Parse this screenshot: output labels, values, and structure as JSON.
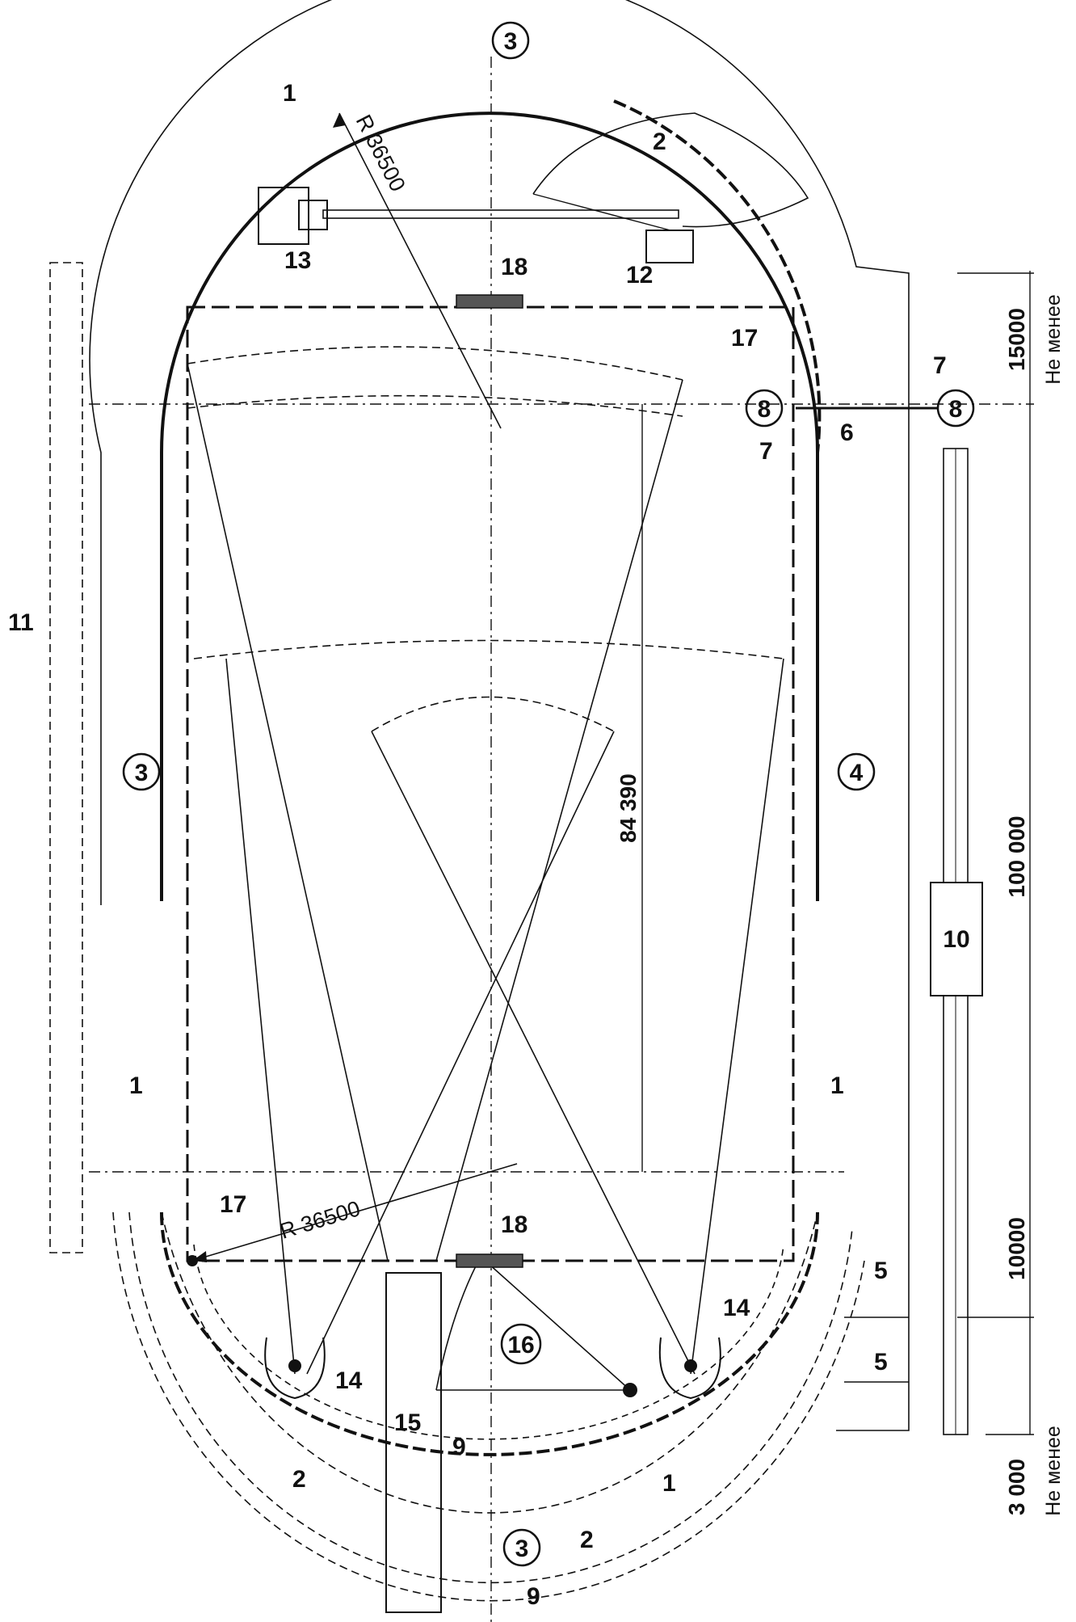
{
  "diagram": {
    "labels": {
      "l1": "1",
      "l2": "2",
      "l3": "3",
      "l4": "4",
      "l5": "5",
      "l6": "6",
      "l7": "7",
      "l8": "8",
      "l9": "9",
      "l10": "10",
      "l11": "11",
      "l12": "12",
      "l13": "13",
      "l14": "14",
      "l15": "15",
      "l16": "16",
      "l17": "17",
      "l18": "18"
    },
    "radius_label": "R 36500",
    "dimensions": {
      "d15000": "15000",
      "d100000": "100 000",
      "d10000": "10000",
      "d3000": "3 000",
      "d84390": "84 390",
      "not_less": "Не менее"
    }
  }
}
